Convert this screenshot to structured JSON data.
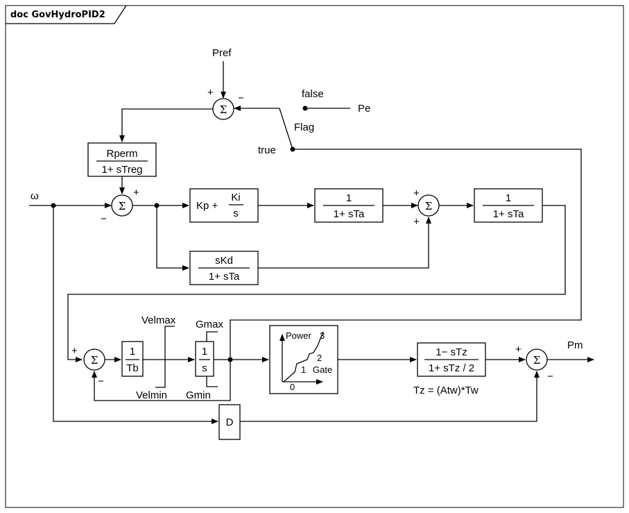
{
  "frame_title": "doc GovHydroPID2",
  "summing_symbol": "Σ",
  "signals": {
    "pref": "Pref",
    "pe": "Pe",
    "omega": "ω",
    "pm": "Pm",
    "flag": "Flag",
    "flag_false": "false",
    "flag_true": "true"
  },
  "blocks": {
    "rperm_num": "Rperm",
    "rperm_den": "1+ sTreg",
    "pi_kp": "Kp +",
    "pi_ki": "Ki",
    "pi_s": "s",
    "lag1_num": "1",
    "lag1_den": "1+ sTa",
    "lag2_num": "1",
    "lag2_den": "1+ sTa",
    "deriv_num": "sKd",
    "deriv_den": "1+ sTa",
    "tb_num": "1",
    "tb_den": "Tb",
    "integ_num": "1",
    "integ_den": "s",
    "water_num": "1− sTz",
    "water_den": "1+ sTz / 2",
    "d_block": "D"
  },
  "limits": {
    "velmax": "Velmax",
    "velmin": "Velmin",
    "gmax": "Gmax",
    "gmin": "Gmin"
  },
  "gate_curve": {
    "y_label": "Power",
    "x_label": "Gate",
    "origin": "0",
    "p1": "1",
    "p2": "2",
    "p3": "3"
  },
  "tz_note": "Tz = (Atw)*Tw",
  "signs": {
    "plus": "+",
    "minus": "−"
  }
}
